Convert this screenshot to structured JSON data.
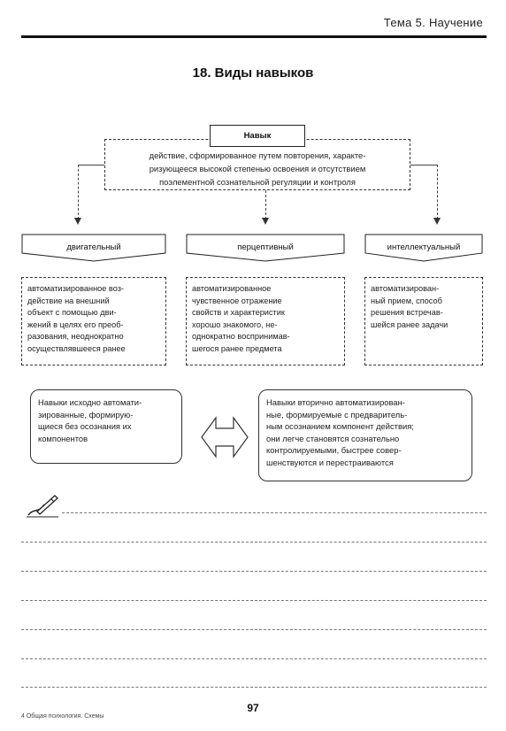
{
  "header": {
    "topic": "Тема 5. Научение"
  },
  "title": "18. Виды навыков",
  "definition": {
    "tag": "Навык",
    "lines": [
      "действие, сформированное путем повторения, характе-",
      "ризующееся высокой степенью освоения и отсутствием",
      "поэлементной сознательной регуляции и контроля"
    ]
  },
  "types": [
    {
      "label": "двигательный",
      "lines": [
        "автоматизированное воз-",
        "действие на внешний",
        "объект с помощью дви-",
        "жений в целях его преоб-",
        "разования, неоднократно",
        "осуществлявшееся ранее"
      ]
    },
    {
      "label": "перцептивный",
      "lines": [
        "автоматизированное",
        "чувственное отражение",
        "свойств и характеристик",
        "хорошо знакомого, не-",
        "однократно воспринимав-",
        "шегося ранее предмета"
      ]
    },
    {
      "label": "интеллектуальный",
      "lines": [
        "автоматизирован-",
        "ный прием, способ",
        "решения встречав-",
        "шейся ранее задачи"
      ]
    }
  ],
  "comparison": {
    "left": [
      "Навыки исходно автомати-",
      "зированные, формирую-",
      "щиеся без осознания их",
      "компонентов"
    ],
    "right": [
      "Навыки вторично автоматизирован-",
      "ные, формируемые с предваритель-",
      "ным осознанием компонент действия;",
      "они легче становятся сознательно",
      "контролируемыми, быстрее совер-",
      "шенствуются и перестраиваются"
    ]
  },
  "footer": {
    "page_number": "97",
    "source": "4 Общая психология. Схемы"
  }
}
